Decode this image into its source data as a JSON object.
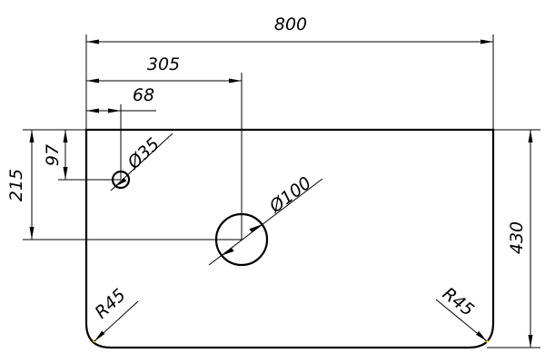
{
  "drawing": {
    "dimensions": {
      "overall_width": "800",
      "big_hole_offset_x": "305",
      "small_hole_offset_x": "68",
      "small_hole_offset_y": "97",
      "big_hole_offset_y": "215",
      "overall_height": "430",
      "small_hole_diameter": "Ø35",
      "big_hole_diameter": "Ø100",
      "corner_radius_left": "R45",
      "corner_radius_right": "R45"
    },
    "colors": {
      "line": "#000000",
      "background": "#ffffff",
      "marker": "#d8d800"
    }
  }
}
